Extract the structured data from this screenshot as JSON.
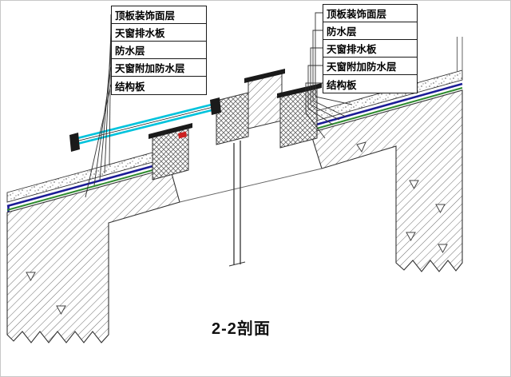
{
  "drawing": {
    "section_label": "2-2剖面",
    "left_callouts": [
      "顶板装饰面层",
      "天窗排水板",
      "防水层",
      "天窗附加防水层",
      "结构板"
    ],
    "right_callouts": [
      "顶板装饰面层",
      "防水层",
      "天窗排水板",
      "天窗附加防水层",
      "结构板"
    ],
    "colors": {
      "structure_hatch": "#555555",
      "waterproof_blue": "#1c1c96",
      "additional_waterproof_green": "#2e8b2e",
      "glass_cyan": "#00c3dc",
      "frame_dark": "#1a1a1a",
      "accent_red": "#cc2222"
    }
  }
}
